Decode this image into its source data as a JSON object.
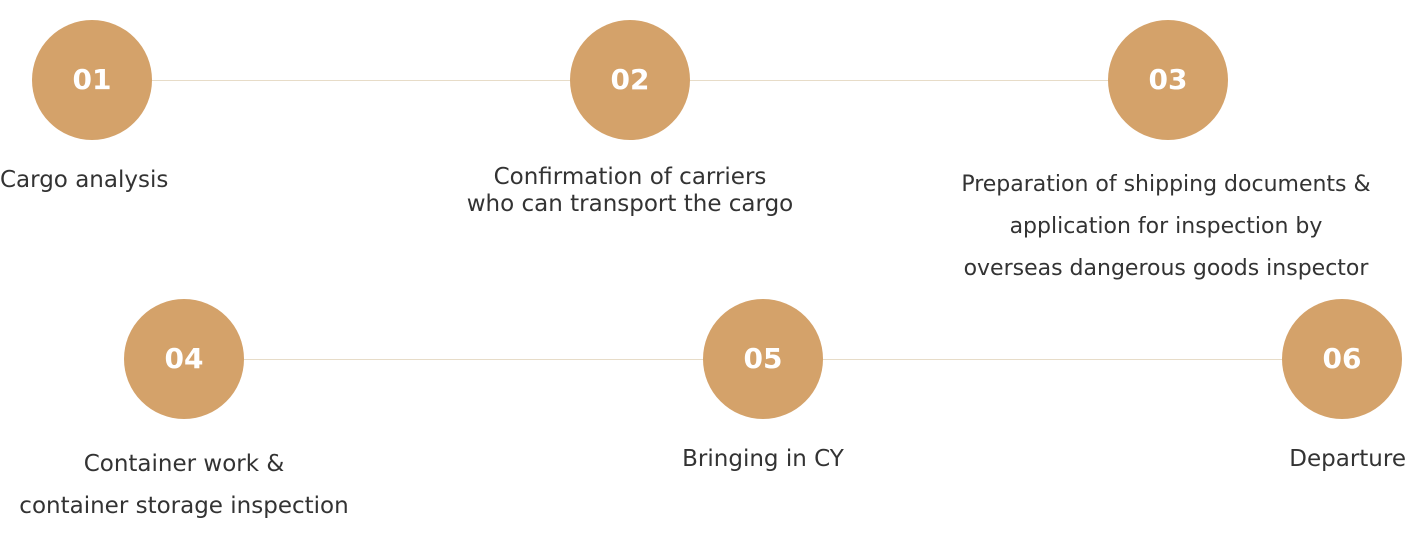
{
  "colors": {
    "circle": "#d4a26a",
    "connector": "#e7dcc8",
    "number_text": "#ffffff",
    "label_text": "#333333"
  },
  "steps": [
    {
      "number": "01",
      "lines": [
        "Cargo analysis"
      ]
    },
    {
      "number": "02",
      "lines": [
        "Confirmation of carriers",
        "who can transport the cargo"
      ]
    },
    {
      "number": "03",
      "lines": [
        "Preparation of shipping documents &",
        "application for inspection by",
        "overseas dangerous goods inspector"
      ]
    },
    {
      "number": "04",
      "lines": [
        "Container work &",
        "container storage inspection"
      ]
    },
    {
      "number": "05",
      "lines": [
        "Bringing in CY"
      ]
    },
    {
      "number": "06",
      "lines": [
        "Departure"
      ]
    }
  ]
}
